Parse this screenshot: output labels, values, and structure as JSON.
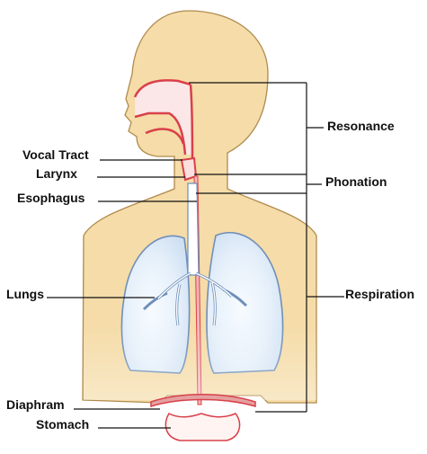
{
  "labels": {
    "vocal_tract": "Vocal Tract",
    "larynx": "Larynx",
    "esophagus": "Esophagus",
    "lungs": "Lungs",
    "diaphram": "Diaphram",
    "stomach": "Stomach",
    "resonance": "Resonance",
    "phonation": "Phonation",
    "respiration": "Respiration"
  },
  "colors": {
    "skin": "#f5dca8",
    "skin_outline": "#b08a4e",
    "tract": "#d9404a",
    "lung_fill": "#e4eef8",
    "lung_outline": "#6f8fba",
    "trachea": "#ffffff",
    "stomach_fill": "#fff4f2",
    "line": "#111111"
  }
}
